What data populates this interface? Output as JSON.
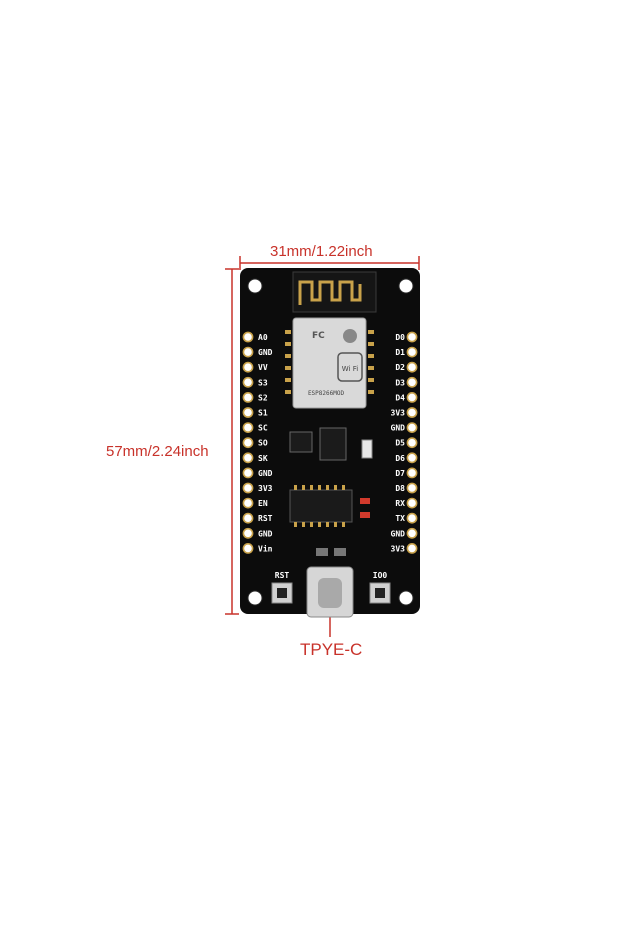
{
  "dimensions": {
    "width": "31mm/1.22inch",
    "height": "57mm/2.24inch",
    "port": "TPYE-C"
  },
  "pins_left": [
    "A0",
    "GND",
    "VV",
    "S3",
    "S2",
    "S1",
    "SC",
    "SO",
    "SK",
    "GND",
    "3V3",
    "EN",
    "RST",
    "GND",
    "Vin"
  ],
  "pins_right": [
    "D0",
    "D1",
    "D2",
    "D3",
    "D4",
    "3V3",
    "GND",
    "D5",
    "D6",
    "D7",
    "D8",
    "RX",
    "TX",
    "GND",
    "3V3"
  ],
  "buttons": {
    "left": "RST",
    "right": "IO0"
  },
  "module_text": [
    "ESP8266MOD",
    "Wi Fi"
  ],
  "colors": {
    "pcb": "#0c0c0c",
    "dimension_line": "#c8322a",
    "module_shield": "#d9d9d9",
    "pin_gold": "#c9a24a"
  }
}
